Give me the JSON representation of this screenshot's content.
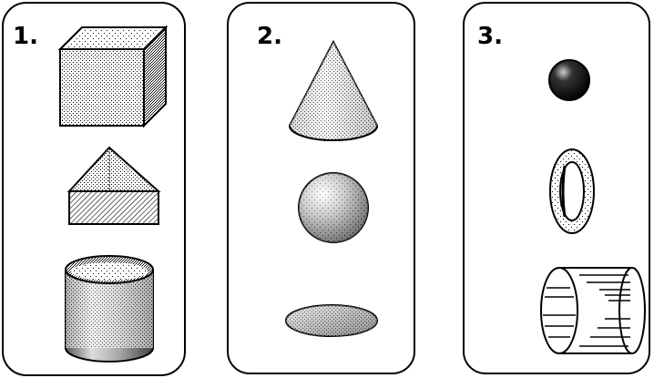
{
  "panels": [
    {
      "label": "1.",
      "shapes": [
        "cube",
        "triangular-prism",
        "cylinder"
      ]
    },
    {
      "label": "2.",
      "shapes": [
        "cone",
        "sphere",
        "ellipse-disc"
      ]
    },
    {
      "label": "3.",
      "shapes": [
        "small-dark-sphere",
        "ring",
        "open-cylinder-band"
      ]
    }
  ],
  "colors": {
    "ink": "#000000",
    "paper": "#ffffff"
  }
}
